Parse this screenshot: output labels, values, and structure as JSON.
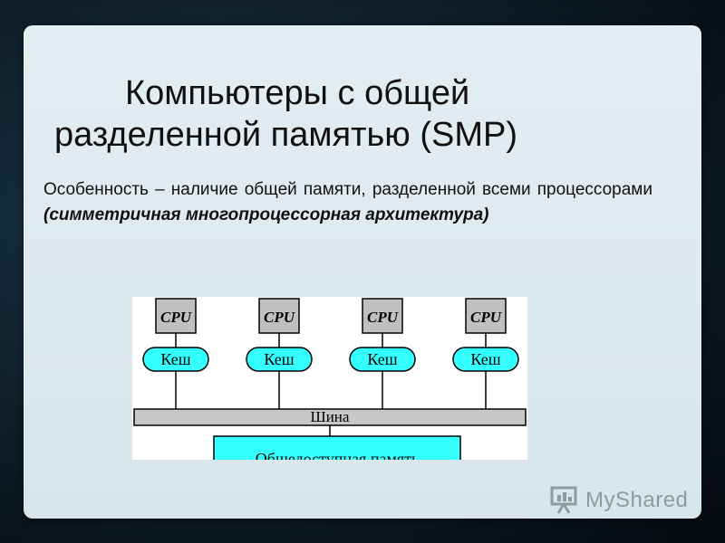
{
  "title": {
    "line1": "Компьютеры с общей",
    "line2": "разделенной памятью (SMP)"
  },
  "body": {
    "normal": "Особенность – наличие общей памяти, разделенной всеми процессорами ",
    "emph": "(симметричная многопроцессорная архитектура)"
  },
  "diagram": {
    "cpus": [
      {
        "cpu_label": "CPU",
        "cache_label": "Кеш"
      },
      {
        "cpu_label": "CPU",
        "cache_label": "Кеш"
      },
      {
        "cpu_label": "CPU",
        "cache_label": "Кеш"
      },
      {
        "cpu_label": "CPU",
        "cache_label": "Кеш"
      }
    ],
    "bus_label": "Шина",
    "memory_label": "Общедоступная память",
    "colors": {
      "cpu_fill": "#c0c0c0",
      "cache_fill": "#33ffff",
      "bus_fill": "#c8c8c8",
      "memory_fill": "#33ffff"
    }
  },
  "watermark": {
    "text": "MyShared",
    "icon": "presentation-board-icon"
  }
}
